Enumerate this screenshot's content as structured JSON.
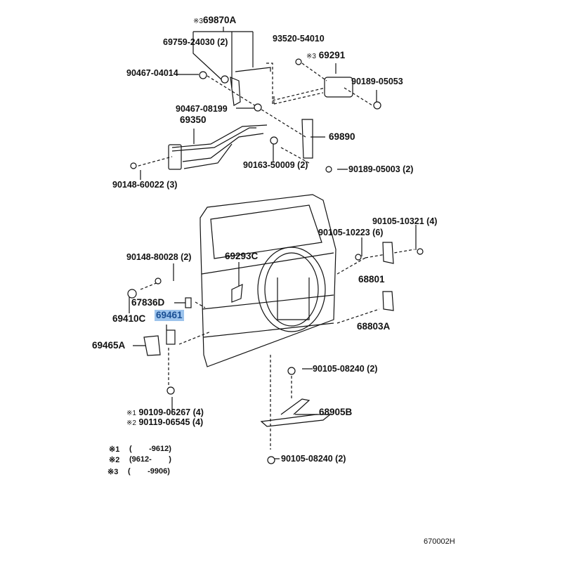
{
  "diagram_code": "670002H",
  "highlight_color": "#9cc3ec",
  "parts": {
    "p69870A": {
      "mark": "※3",
      "number": "69870A"
    },
    "p69759": "69759-24030 (2)",
    "p93520": "93520-54010",
    "p69291": {
      "mark": "※3",
      "number": "69291"
    },
    "p90467_04014": "90467-04014",
    "p90189_05053": "90189-05053",
    "p90467_08199": "90467-08199",
    "p69350": "69350",
    "p69890": "69890",
    "p90163": "90163-50009 (2)",
    "p90189_05003": "90189-05003 (2)",
    "p90148_60022": "90148-60022 (3)",
    "p90105_10321": "90105-10321 (4)",
    "p90105_10223": "90105-10223 (6)",
    "p90148_80028": "90148-80028 (2)",
    "p69293C": "69293C",
    "p68801": "68801",
    "p67836D": "67836D",
    "p69410C": "69410C",
    "p69461": "69461",
    "p68803A": "68803A",
    "p69465A": "69465A",
    "p90105_08240a": "90105-08240 (2)",
    "p68905B": "68905B",
    "p90109": {
      "mark": "※1",
      "number": "90109-06267 (4)"
    },
    "p90119": {
      "mark": "※2",
      "number": "90119-06545 (4)"
    },
    "p90105_08240b": "90105-08240 (2)"
  },
  "footnotes": [
    {
      "mark": "※1",
      "range": "(        -9612)"
    },
    {
      "mark": "※2",
      "range": "(9612-        )"
    },
    {
      "mark": "※3",
      "range": "(        -9906)"
    }
  ]
}
